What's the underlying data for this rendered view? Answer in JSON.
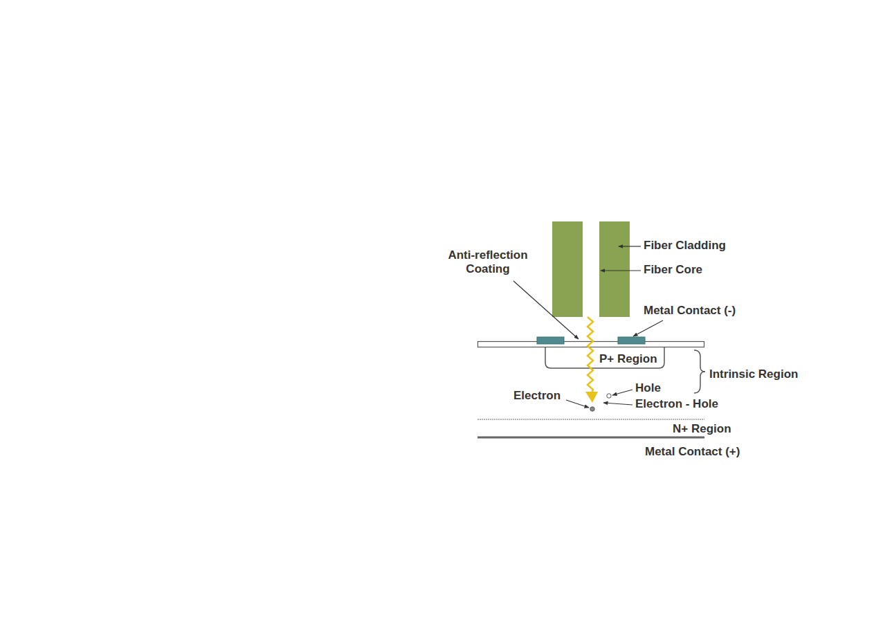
{
  "diagram": {
    "labels": [
      "Fiber Cladding",
      "Fiber Core",
      "Anti-reflection Coating",
      "Metal Contact (-)",
      "P+ Region",
      "Intrinsic Region",
      "Hole",
      "Electron",
      "Electron - Hole",
      "N+ Region",
      "Metal Contact (+)"
    ]
  }
}
